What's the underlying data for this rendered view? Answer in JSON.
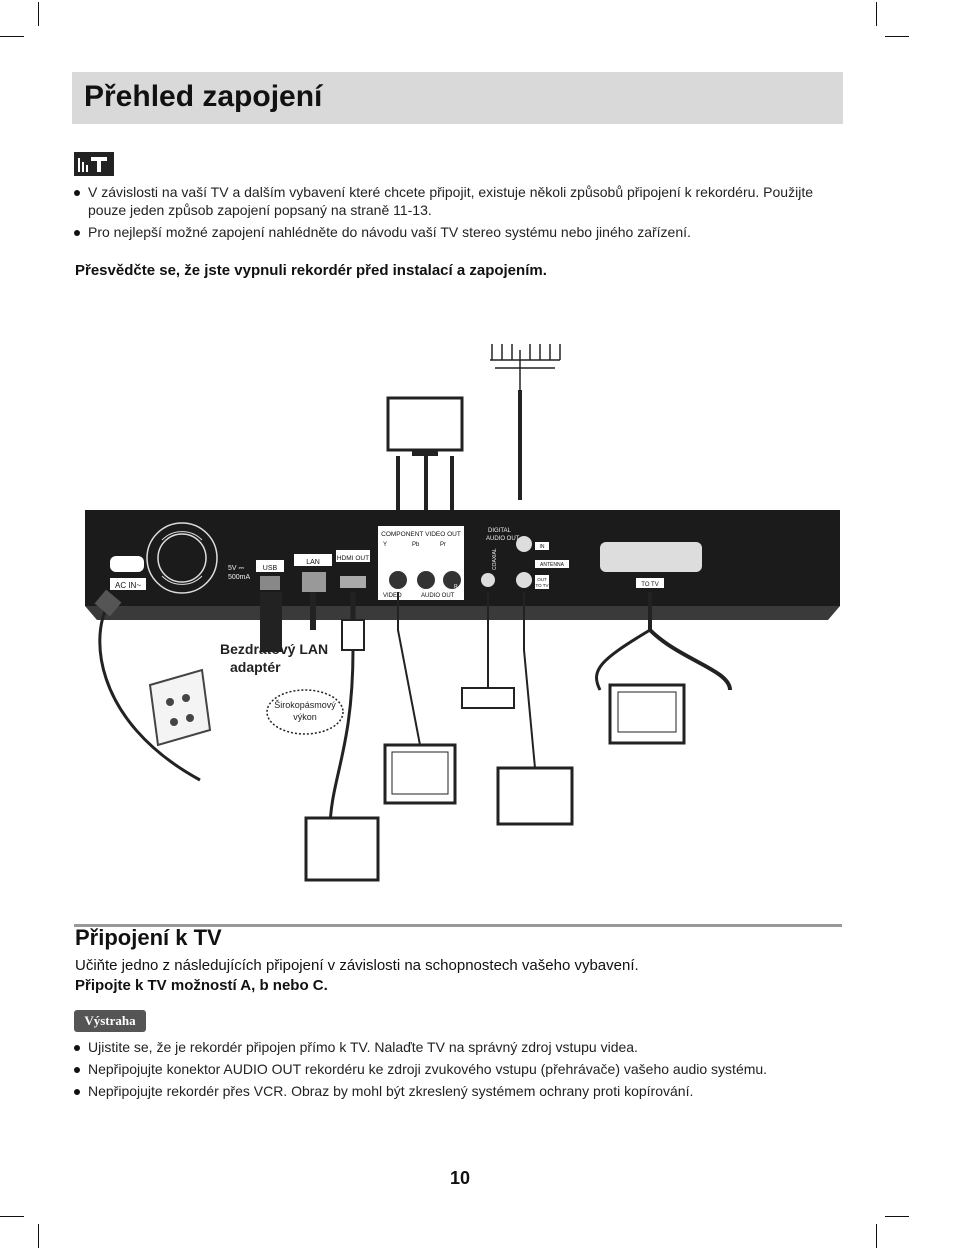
{
  "header": {
    "title": "Přehled zapojení"
  },
  "note": {
    "icon": "note-icon",
    "items": [
      "V závislosti na vaší TV a dalším vybavení které chcete připojit, existuje několi způsobů připojení k rekordéru. Použijte pouze jeden způsob zapojení popsaný na straně 11-13.",
      "Pro nejlepší možné zapojení nahlédněte do návodu vaší TV stereo systému nebo jiného zařízení."
    ],
    "warning": "Přesvědčte se, že jste vypnuli rekordér před instalací a zapojením."
  },
  "diagram": {
    "panel_labels": {
      "ac_in": "AC IN~",
      "power": "5V ⎓",
      "power_current": "500mA",
      "usb": "USB",
      "lan": "LAN",
      "hdmi_out": "HDMI OUT",
      "component_video_out": "COMPONENT VIDEO OUT",
      "y": "Y",
      "pb": "Pb",
      "pr": "Pr",
      "digital_audio_out_1": "DIGITAL",
      "digital_audio_out_2": "AUDIO OUT",
      "coaxial": "COAXIAL",
      "video": "VIDEO",
      "audio_out": "AUDIO OUT",
      "l": "L",
      "r": "R",
      "in": "IN",
      "antenna": "ANTENNA",
      "out_to_tv_1": "OUT",
      "out_to_tv_2": "TO TV",
      "to_tv": "TO TV"
    },
    "callouts": {
      "wireless_1": "Bezdrátový LAN",
      "wireless_2": "adaptér",
      "broadband_1": "Širokopásmový",
      "broadband_2": "výkon"
    }
  },
  "section": {
    "title": "Připojení k TV",
    "intro": "Učiňte jedno z následujících připojení v závislosti na schopnostech vašeho vybavení.",
    "intro_bold": "Připojte k TV možností A, b nebo C.",
    "badge": "Výstraha",
    "items": [
      "Ujistite se, že je rekordér připojen přímo k TV. Nalaďte TV na správný zdroj vstupu videa.",
      "Nepřipojujte konektor AUDIO OUT rekordéru ke zdroji zvukového vstupu (přehrávače) vašeho audio systému.",
      "Nepřipojujte rekordér přes VCR. Obraz by mohl být zkreslený systémem ochrany proti kopírování."
    ]
  },
  "footer": {
    "page_number": "10"
  }
}
